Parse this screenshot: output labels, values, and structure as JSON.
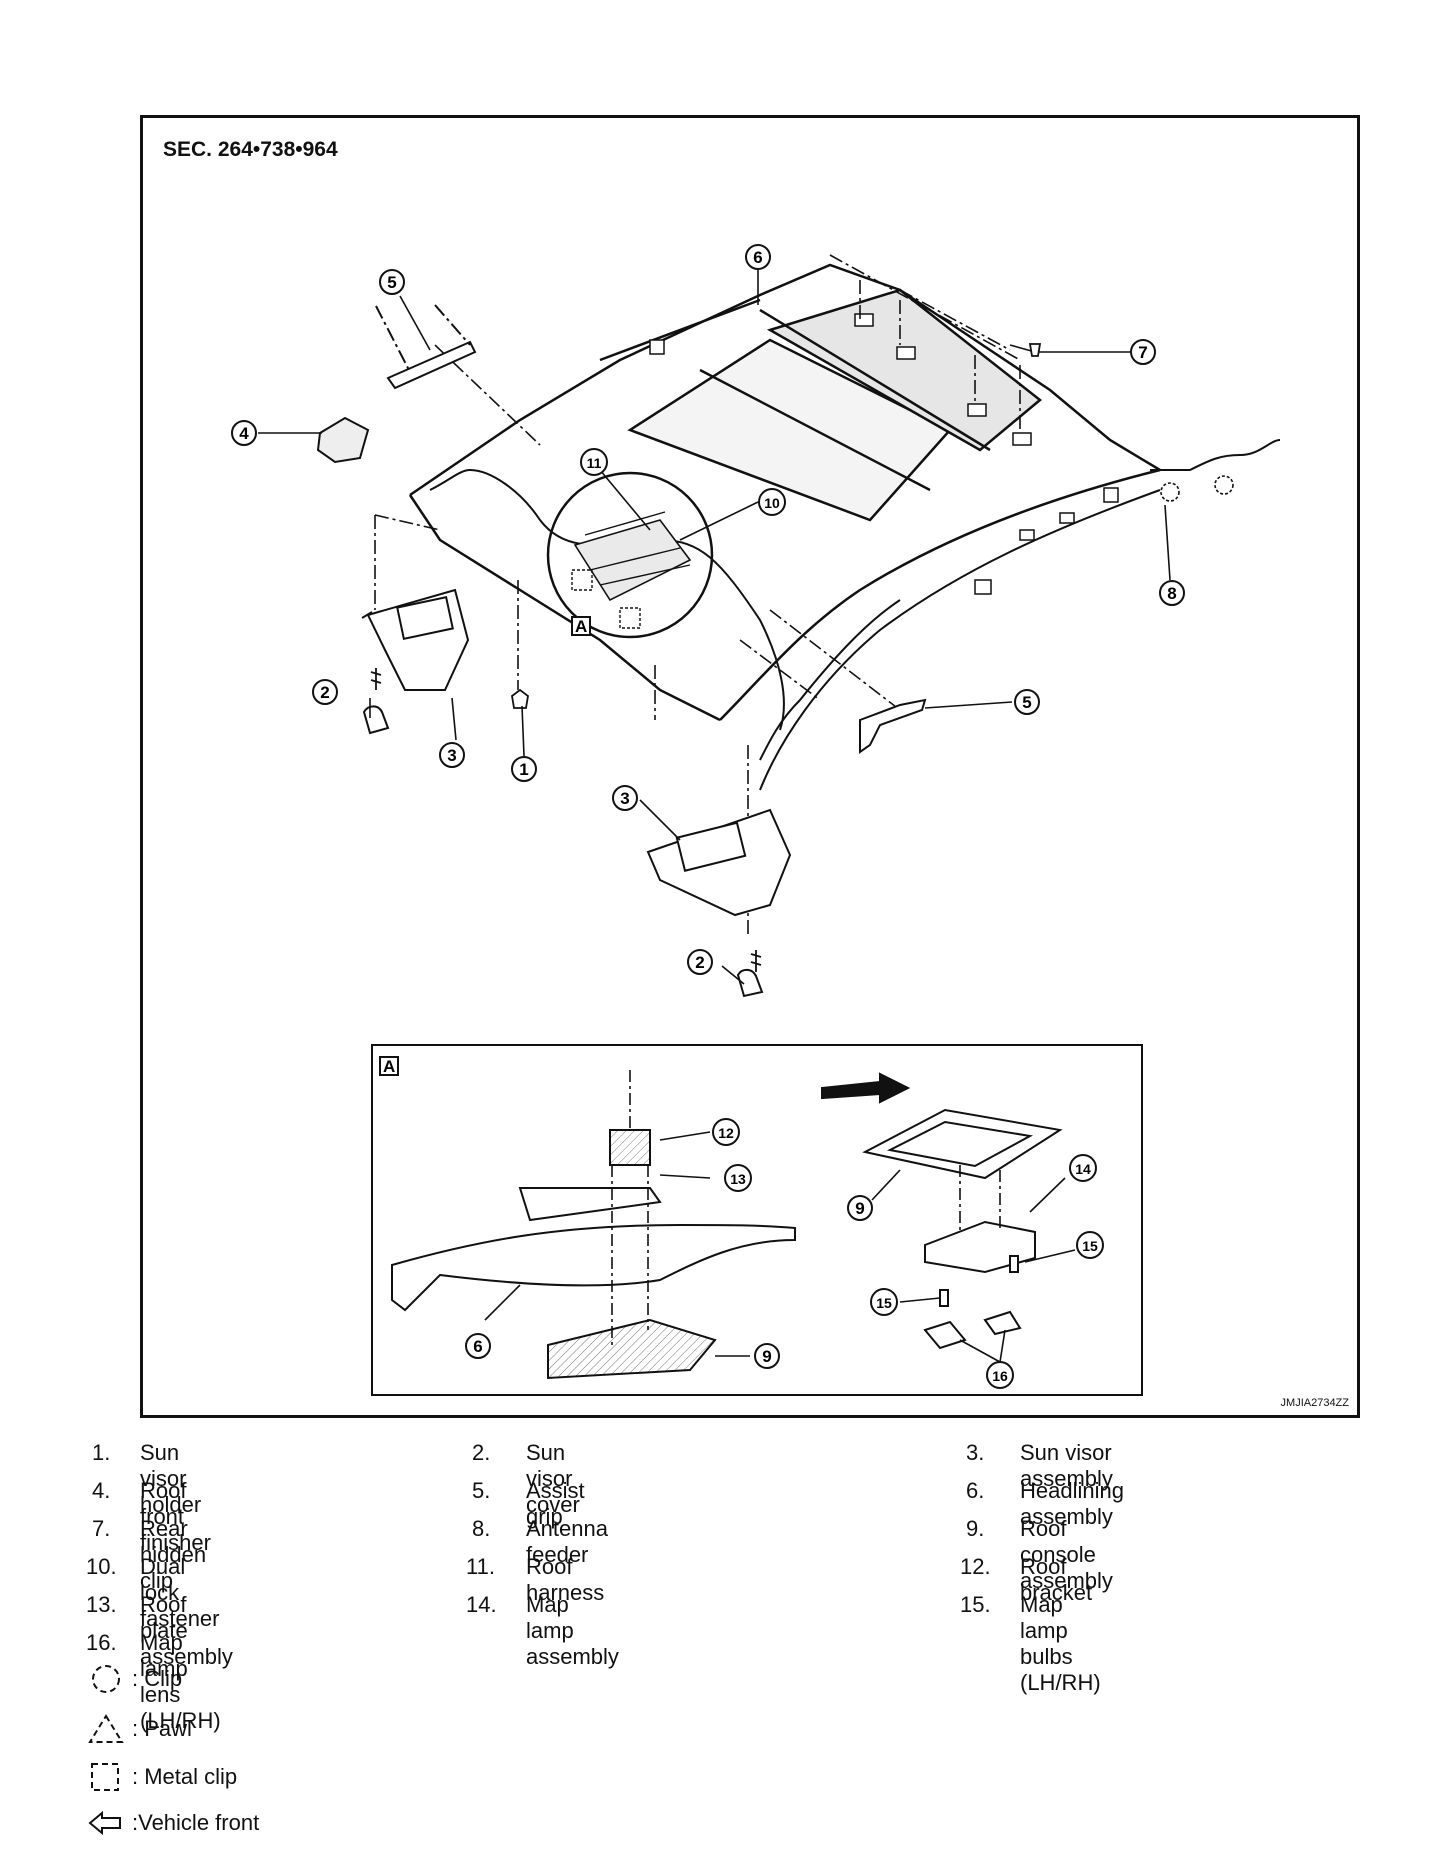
{
  "diagram": {
    "section": "SEC. 264•738•964",
    "figure_ref": "JMJIA2734ZZ",
    "detail_label": "A"
  },
  "legend": {
    "items": [
      {
        "num": "1.",
        "name": "Sun visor holder"
      },
      {
        "num": "2.",
        "name": "Sun visor cover"
      },
      {
        "num": "3.",
        "name": "Sun visor assembly"
      },
      {
        "num": "4.",
        "name": "Roof front finisher"
      },
      {
        "num": "5.",
        "name": "Assist grip"
      },
      {
        "num": "6.",
        "name": "Headlining assembly"
      },
      {
        "num": "7.",
        "name": "Rear hidden clip"
      },
      {
        "num": "8.",
        "name": "Antenna feeder"
      },
      {
        "num": "9.",
        "name": "Roof console assembly"
      },
      {
        "num": "10.",
        "name": "Dual lock fastener"
      },
      {
        "num": "11.",
        "name": "Roof harness"
      },
      {
        "num": "12.",
        "name": "Roof bracket"
      },
      {
        "num": "13.",
        "name": "Roof plate assembly"
      },
      {
        "num": "14.",
        "name": "Map lamp assembly"
      },
      {
        "num": "15.",
        "name": "Map lamp bulbs (LH/RH)"
      },
      {
        "num": "16.",
        "name": "Map lamp lens (LH/RH)"
      }
    ],
    "symbols": [
      {
        "icon": "dashed-circle-icon",
        "text": ": Clip"
      },
      {
        "icon": "dashed-triangle-icon",
        "text": ": Pawl"
      },
      {
        "icon": "dashed-square-icon",
        "text": ": Metal clip"
      },
      {
        "icon": "arrow-left-icon",
        "text": ":Vehicle front"
      }
    ]
  },
  "callouts": {
    "c1": "1",
    "c2": "2",
    "c3": "3",
    "c4": "4",
    "c5": "5",
    "c6": "6",
    "c7": "7",
    "c8": "8",
    "c9": "9",
    "c10": "10",
    "c11": "11",
    "c12": "12",
    "c13": "13",
    "c14": "14",
    "c15": "15",
    "c16": "16"
  }
}
